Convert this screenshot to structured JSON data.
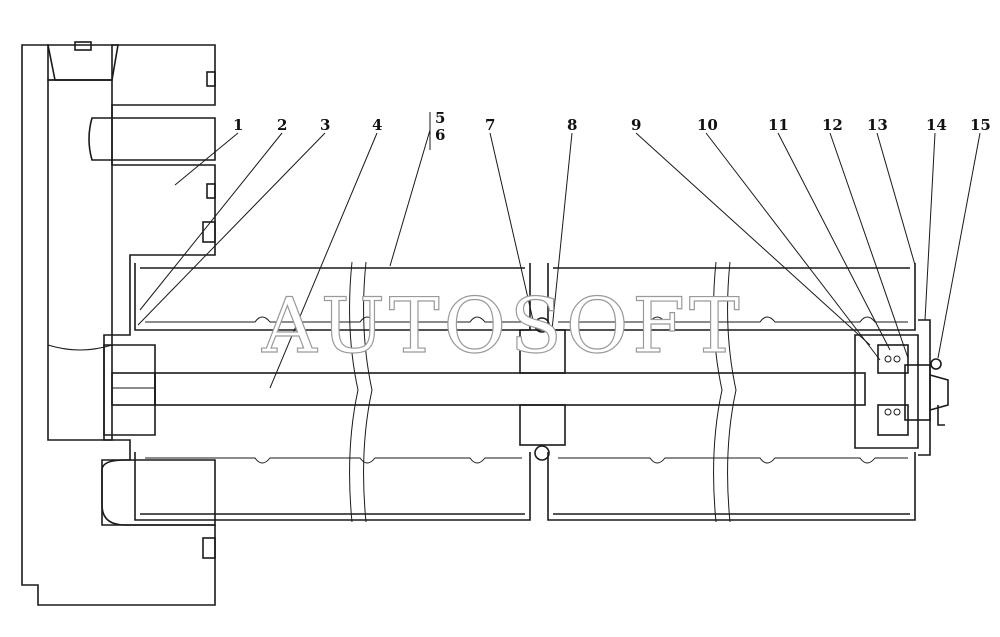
{
  "watermark": "AUTOSOFT",
  "callouts": [
    "1",
    "2",
    "3",
    "4",
    "5",
    "6",
    "7",
    "8",
    "9",
    "10",
    "11",
    "12",
    "13",
    "14",
    "15"
  ],
  "colors": {
    "ink": "#1a1a1a",
    "paper": "#ffffff",
    "watermark_outline": "#9a9a9a"
  }
}
